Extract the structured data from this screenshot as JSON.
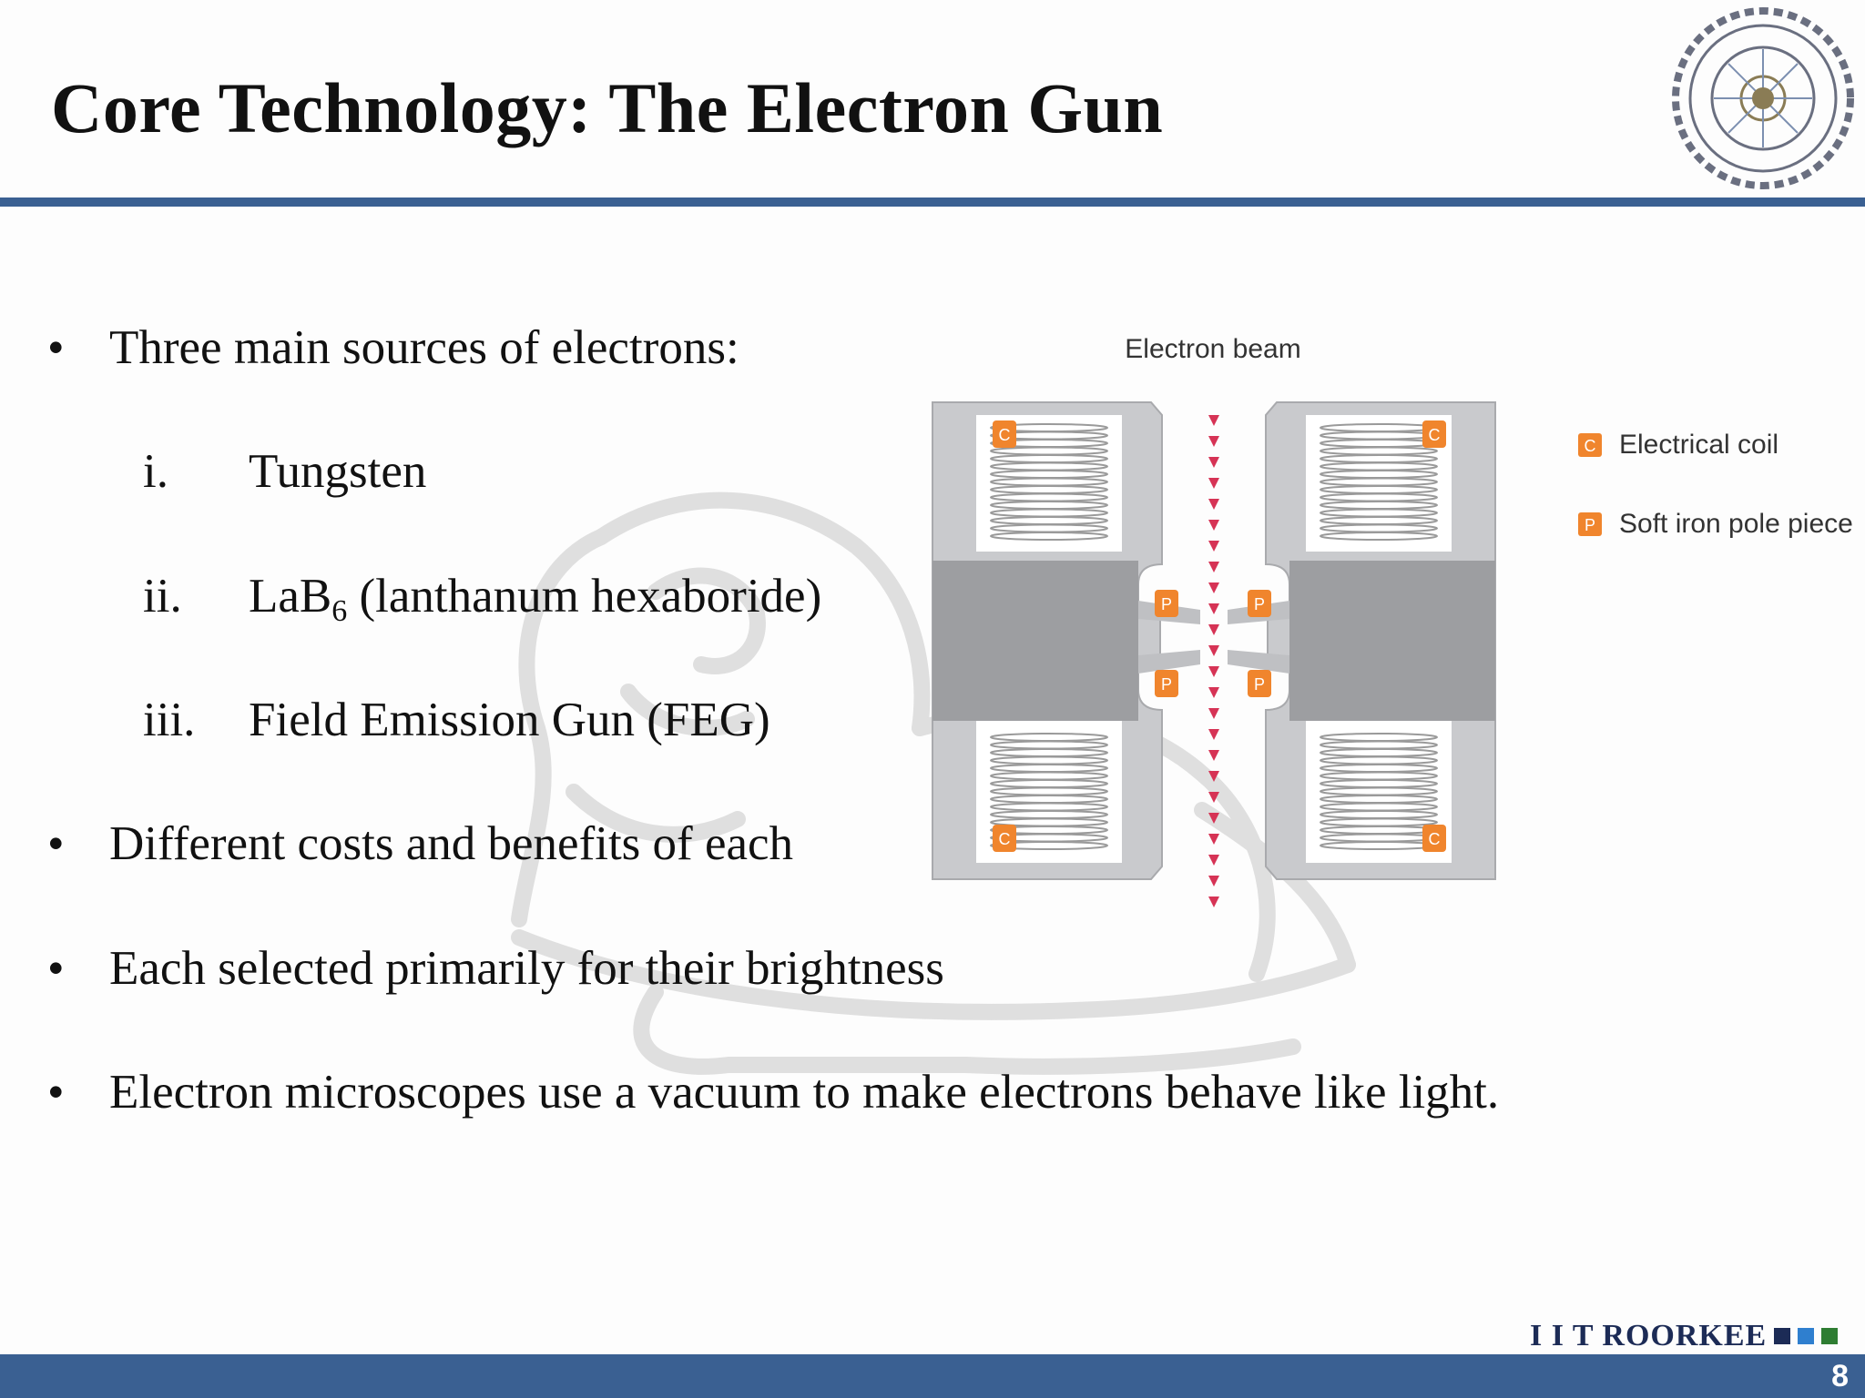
{
  "slide": {
    "title": "Core Technology: The Electron Gun",
    "page_number": "8"
  },
  "bullets": [
    {
      "marker": "•",
      "text": "Three main sources  of electrons:"
    },
    {
      "marker": "•",
      "text": "Different costs and benefits of each"
    },
    {
      "marker": "•",
      "text": "Each selected primarily  for their brightness"
    },
    {
      "marker": "•",
      "text": "Electron microscopes use a vacuum to make electrons behave like light."
    }
  ],
  "sources": [
    {
      "numeral": "i.",
      "text": "Tungsten"
    },
    {
      "numeral": "ii.",
      "text_pre": "LaB",
      "subscript": "6",
      "text_post": " (lanthanum hexaboride)"
    },
    {
      "numeral": "iii.",
      "text": "Field Emission Gun (FEG)"
    }
  ],
  "diagram": {
    "beam_label": "Electron beam",
    "coil_marker": "C",
    "pole_marker": "P",
    "legend": [
      {
        "marker": "C",
        "label": "Electrical coil"
      },
      {
        "marker": "P",
        "label": "Soft iron pole piece"
      }
    ],
    "colors": {
      "marker": "#f0852d",
      "beam": "#d63355",
      "housing": "#c9cacd",
      "pole_block": "#9d9ea1"
    }
  },
  "footer": {
    "brand": "I I T ROORKEE",
    "square_colors": [
      "#1c2b56",
      "#2f7fcf",
      "#2e7d32"
    ],
    "bar_color": "#3a6092"
  },
  "logo": {
    "icon": "iit-roorkee-seal-icon"
  },
  "watermark": {
    "icon": "lion-watermark-icon"
  }
}
